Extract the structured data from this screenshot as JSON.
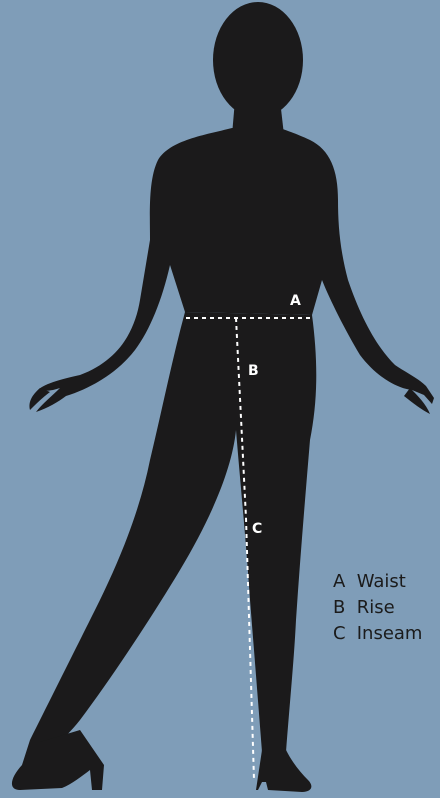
{
  "colors": {
    "background": "#7f9db8",
    "silhouette": "#1b1a1b",
    "measure_line": "#ffffff"
  },
  "markers": {
    "a": "A",
    "b": "B",
    "c": "C"
  },
  "legend": [
    {
      "key": "A",
      "label": "Waist"
    },
    {
      "key": "B",
      "label": "Rise"
    },
    {
      "key": "C",
      "label": "Inseam"
    }
  ]
}
